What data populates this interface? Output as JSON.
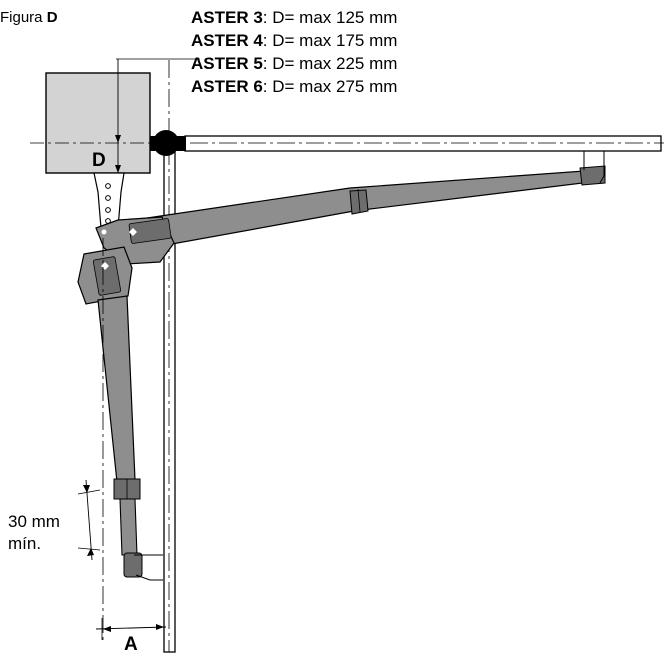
{
  "figure": {
    "prefix": "Figura",
    "letter": "D"
  },
  "specs": [
    {
      "model": "ASTER 3",
      "rest": ": D= max 125 mm"
    },
    {
      "model": "ASTER 4",
      "rest": ": D= max 175 mm"
    },
    {
      "model": "ASTER 5",
      "rest": ": D= max 225 mm"
    },
    {
      "model": "ASTER 6",
      "rest": ": D= max 275 mm"
    }
  ],
  "labels": {
    "d": "D",
    "a": "A",
    "min_value": "30 mm",
    "min_suffix": "mín."
  },
  "colors": {
    "actuator": "#8e8e8e",
    "actuator_dark": "#6d6d6d",
    "pillar": "#cfcfcf",
    "line": "#000000"
  }
}
